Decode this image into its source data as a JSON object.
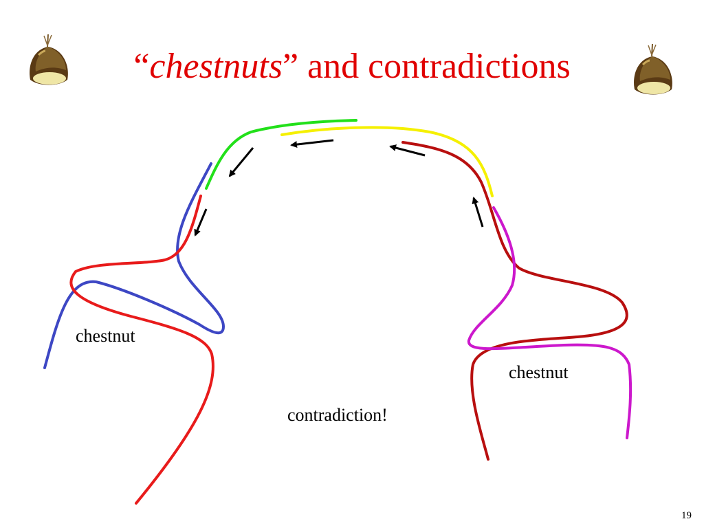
{
  "title": {
    "open_quote": "“",
    "emphasis": "chestnuts",
    "rest": "” and contradictions",
    "color": "#e00000"
  },
  "labels": {
    "left_chestnut": "chestnut",
    "right_chestnut": "chestnut",
    "center": "contradiction!"
  },
  "page_number": "19",
  "colors": {
    "red": "#e81b1b",
    "blue": "#3d47c4",
    "green": "#22e01a",
    "yellow": "#f5f000",
    "dark_red": "#b80f0f",
    "magenta": "#cc18cc",
    "arrow": "#000000"
  },
  "icons": [
    "chestnut-icon",
    "chestnut-icon"
  ]
}
